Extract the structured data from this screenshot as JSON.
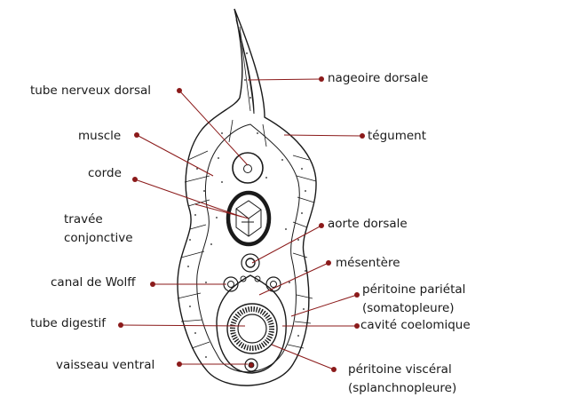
{
  "colors": {
    "ink": "#1a1a1a",
    "leader": "#8b1a1a",
    "dot": "#8b1a1a",
    "background": "#ffffff"
  },
  "labels": {
    "nageoire_dorsale": "nageoire dorsale",
    "tube_nerveux_dorsal": "tube nerveux dorsal",
    "tegument": "tégument",
    "muscle": "muscle",
    "corde": "corde",
    "travee_conjonctive": "travée\nconjonctive",
    "aorte_dorsale": "aorte dorsale",
    "mesentere": "mésentère",
    "canal_de_wolff": "canal de Wolff",
    "peritoine_parietal": "péritoine pariétal\n(somatopleure)",
    "tube_digestif": "tube digestif",
    "cavite_coelomique": "cavité coelomique",
    "vaisseau_ventral": "vaisseau ventral",
    "peritoine_visceral": "péritoine viscéral\n(splanchnopleure)"
  }
}
